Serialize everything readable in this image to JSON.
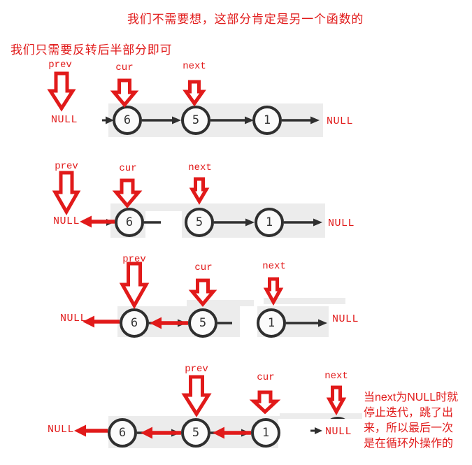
{
  "title": "我们不需要想，这部分肯定是另一个函数的",
  "subtitle": "我们只需要反转后半部分即可",
  "pointer_labels": {
    "prev": "prev",
    "cur": "cur",
    "next": "next"
  },
  "null_label": "NULL",
  "rows": [
    {
      "nodes": [
        "6",
        "5",
        "1"
      ]
    },
    {
      "nodes": [
        "6",
        "5",
        "1"
      ]
    },
    {
      "nodes": [
        "6",
        "5",
        "1"
      ]
    },
    {
      "nodes": [
        "6",
        "5",
        "1"
      ]
    }
  ],
  "side_note": {
    "lines": [
      "当next为NULL时就",
      "停止迭代，跳了出",
      "来，所以最后一次",
      "是在循环外操作的"
    ]
  },
  "colors": {
    "red": "#e11a1a",
    "black": "#2f2f2f",
    "band": "#ececec"
  }
}
